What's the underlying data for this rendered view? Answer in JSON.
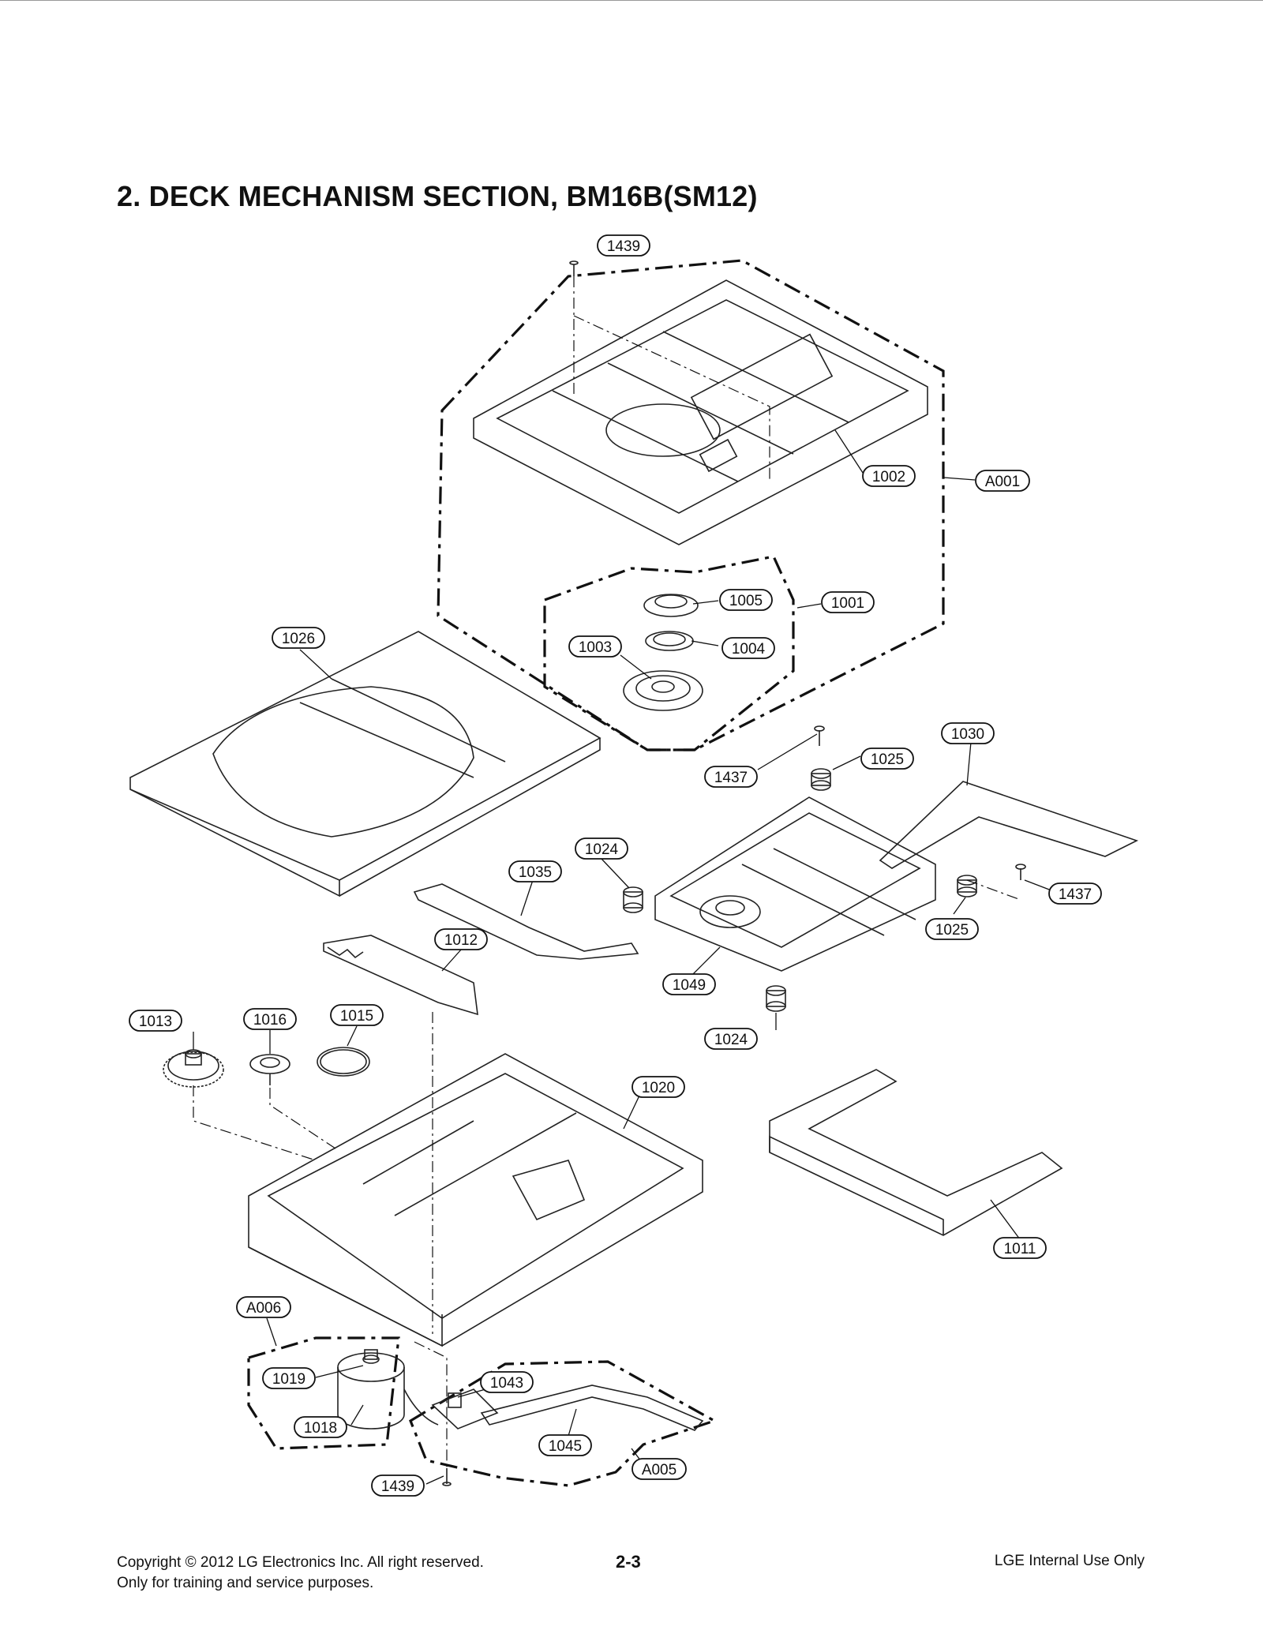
{
  "title": "2. DECK MECHANISM SECTION, BM16B(SM12)",
  "callouts": [
    {
      "id": "c1439a",
      "label": "1439"
    },
    {
      "id": "c1002",
      "label": "1002"
    },
    {
      "id": "cA001",
      "label": "A001"
    },
    {
      "id": "c1005",
      "label": "1005"
    },
    {
      "id": "c1001",
      "label": "1001"
    },
    {
      "id": "c1003",
      "label": "1003"
    },
    {
      "id": "c1004",
      "label": "1004"
    },
    {
      "id": "c1026",
      "label": "1026"
    },
    {
      "id": "c1030",
      "label": "1030"
    },
    {
      "id": "c1025a",
      "label": "1025"
    },
    {
      "id": "c1437a",
      "label": "1437"
    },
    {
      "id": "c1024a",
      "label": "1024"
    },
    {
      "id": "c1035",
      "label": "1035"
    },
    {
      "id": "c1437b",
      "label": "1437"
    },
    {
      "id": "c1025b",
      "label": "1025"
    },
    {
      "id": "c1012",
      "label": "1012"
    },
    {
      "id": "c1049",
      "label": "1049"
    },
    {
      "id": "c1013",
      "label": "1013"
    },
    {
      "id": "c1016",
      "label": "1016"
    },
    {
      "id": "c1015",
      "label": "1015"
    },
    {
      "id": "c1024b",
      "label": "1024"
    },
    {
      "id": "c1020",
      "label": "1020"
    },
    {
      "id": "c1011",
      "label": "1011"
    },
    {
      "id": "cA006",
      "label": "A006"
    },
    {
      "id": "c1043",
      "label": "1043"
    },
    {
      "id": "c1019",
      "label": "1019"
    },
    {
      "id": "c1018",
      "label": "1018"
    },
    {
      "id": "c1045",
      "label": "1045"
    },
    {
      "id": "cA005",
      "label": "A005"
    },
    {
      "id": "c1439b",
      "label": "1439"
    }
  ],
  "footer": {
    "copyright": "Copyright © 2012 LG Electronics Inc. All right reserved.",
    "purpose": "Only for training and service purposes.",
    "page": "2-3",
    "notice": "LGE Internal Use Only"
  }
}
